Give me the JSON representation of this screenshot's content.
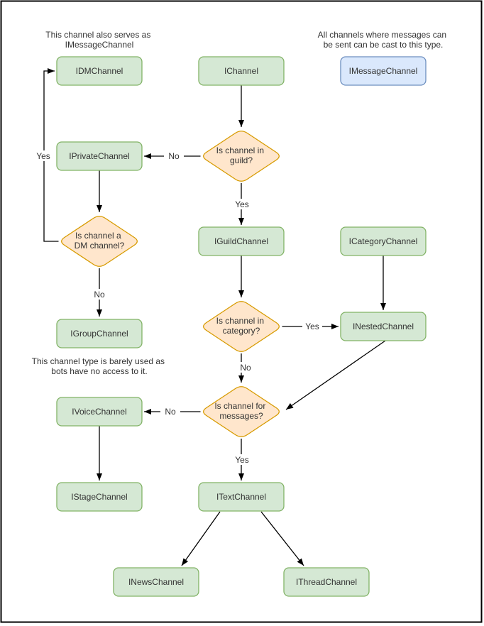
{
  "notes": {
    "dm_note": {
      "line1": "This channel also serves as",
      "line2": "IMessageChannel"
    },
    "message_note": {
      "line1": "All channels where messages can",
      "line2": "be sent can be cast to this type."
    },
    "group_note": {
      "line1": "This channel type is barely used as",
      "line2": "bots have no access to it."
    }
  },
  "nodes": {
    "idm": {
      "label": "IDMChannel"
    },
    "channel": {
      "label": "IChannel"
    },
    "message": {
      "label": "IMessageChannel"
    },
    "private": {
      "label": "IPrivateChannel"
    },
    "guild": {
      "label": "IGuildChannel"
    },
    "category": {
      "label": "ICategoryChannel"
    },
    "group": {
      "label": "IGroupChannel"
    },
    "nested": {
      "label": "INestedChannel"
    },
    "voice": {
      "label": "IVoiceChannel"
    },
    "stage": {
      "label": "IStageChannel"
    },
    "text": {
      "label": "ITextChannel"
    },
    "news": {
      "label": "INewsChannel"
    },
    "thread": {
      "label": "IThreadChannel"
    }
  },
  "decisions": {
    "guild": {
      "line1": "Is channel in",
      "line2": "guild?"
    },
    "dm": {
      "line1": "Is channel a",
      "line2": "DM channel?"
    },
    "category": {
      "line1": "Is channel in",
      "line2": "category?"
    },
    "messages": {
      "line1": "Is channel for",
      "line2": "messages?"
    }
  },
  "edge_labels": {
    "guild_no": "No",
    "guild_yes": "Yes",
    "dm_yes": "Yes",
    "dm_no": "No",
    "category_yes": "Yes",
    "category_no": "No",
    "messages_no": "No",
    "messages_yes": "Yes"
  },
  "colors": {
    "class_fill": "#d5e8d4",
    "class_stroke": "#82b366",
    "decision_fill": "#ffe6cc",
    "decision_stroke": "#d79b00",
    "castable_fill": "#dae8fc",
    "castable_stroke": "#6c8ebf",
    "edge": "#000000",
    "text": "#333333",
    "background": "#ffffff",
    "border": "#000000"
  }
}
